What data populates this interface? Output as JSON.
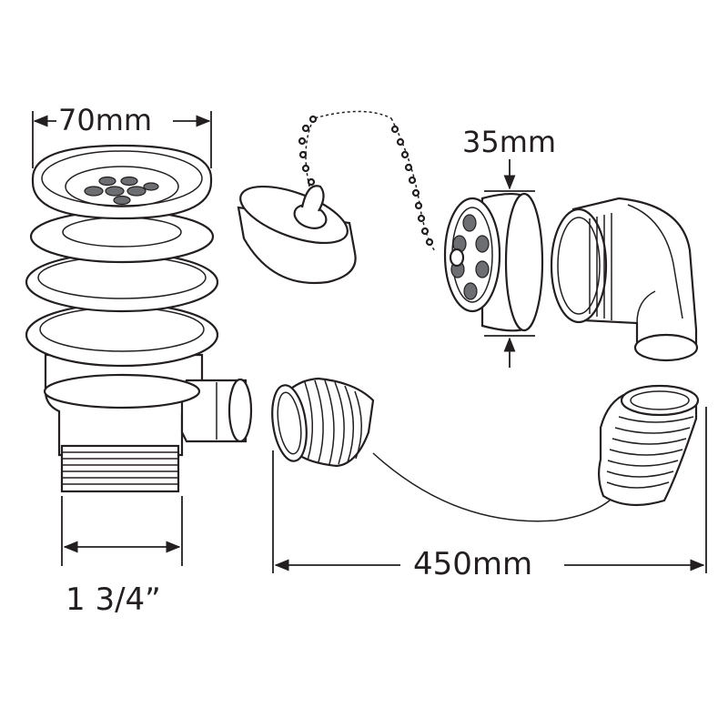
{
  "dimensions": {
    "flange_width": "70mm",
    "overflow_depth": "35mm",
    "thread_size": "1 3/4”",
    "hose_length": "450mm"
  },
  "colors": {
    "line": "#231f20",
    "shade": "#6d6e71",
    "background": "#ffffff"
  }
}
